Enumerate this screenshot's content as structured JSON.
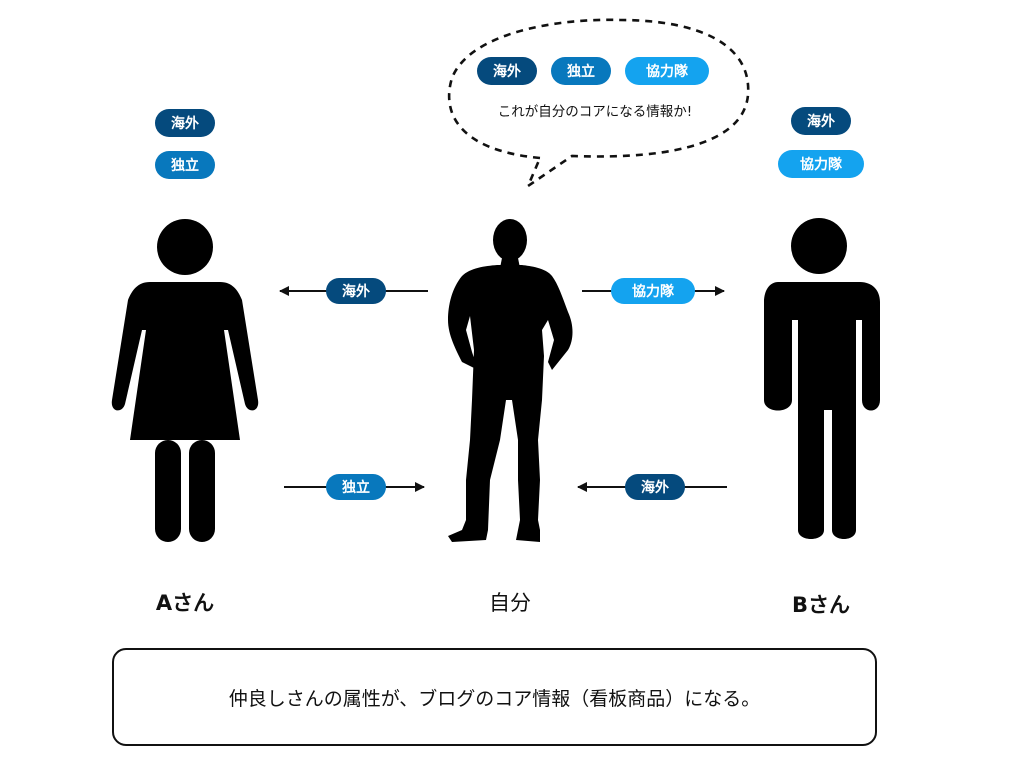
{
  "colors": {
    "kaigai": "#054a7d",
    "dokuritsu": "#0878bd",
    "kyoryokutai": "#14a3ef"
  },
  "tags": {
    "kaigai": "海外",
    "dokuritsu": "独立",
    "kyoryokutai": "協力隊"
  },
  "bubble": {
    "text": "これが自分のコアになる情報か!"
  },
  "people": {
    "a_label": "Aさん",
    "self_label": "自分",
    "b_label": "Bさん"
  },
  "summary": {
    "text": "仲良しさんの属性が、ブログのコア情報（看板商品）になる。"
  },
  "icons": {
    "woman": "woman-figure-icon",
    "man_silhouette": "man-silhouette-icon",
    "man": "man-figure-icon"
  }
}
